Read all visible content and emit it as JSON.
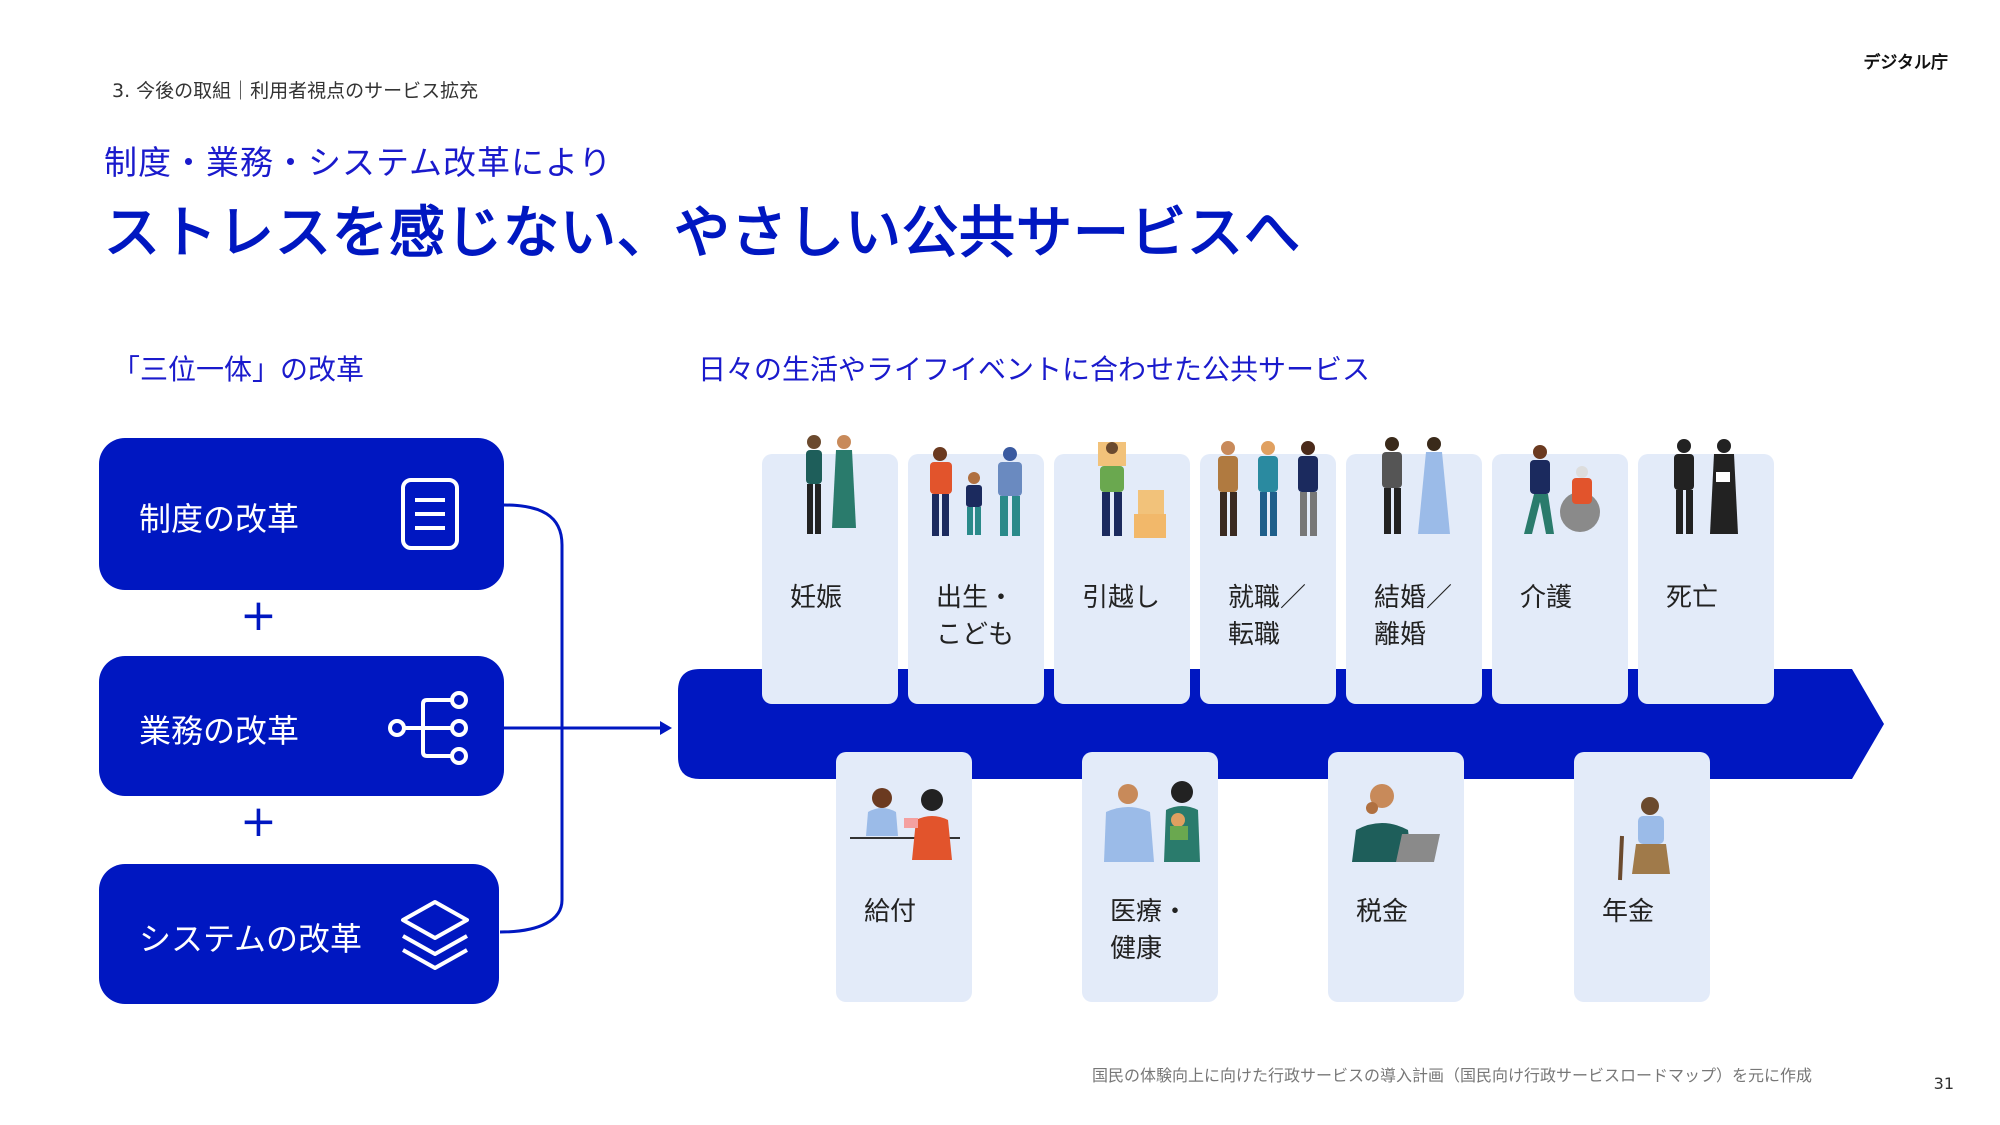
{
  "header": {
    "breadcrumb": "3. 今後の取組｜利用者視点のサービス拡充",
    "logo": "デジタル庁"
  },
  "headline": {
    "subtitle": "制度・業務・システム改革により",
    "title": "ストレスを感じない、やさしい公共サービスへ"
  },
  "left_section": {
    "heading": "「三位一体」の改革",
    "reforms": [
      {
        "label": "制度の改革",
        "icon": "document-icon"
      },
      {
        "label": "業務の改革",
        "icon": "branch-icon"
      },
      {
        "label": "システムの改革",
        "icon": "layers-icon"
      }
    ],
    "plus": "+"
  },
  "right_section": {
    "heading": "日々の生活やライフイベントに合わせた公共サービス",
    "top_cards": [
      {
        "label": "妊娠"
      },
      {
        "label": "出生・\nこども"
      },
      {
        "label": "引越し"
      },
      {
        "label": "就職／\n転職"
      },
      {
        "label": "結婚／\n離婚"
      },
      {
        "label": "介護"
      },
      {
        "label": "死亡"
      }
    ],
    "bottom_cards": [
      {
        "label": "給付"
      },
      {
        "label": "医療・\n健康"
      },
      {
        "label": "税金"
      },
      {
        "label": "年金"
      }
    ]
  },
  "colors": {
    "primary": "#0017c1",
    "card_bg": "#e3ebf9",
    "accent_text": "#1a1acc"
  },
  "footer": {
    "note": "国民の体験向上に向けた行政サービスの導入計画（国民向け行政サービスロードマップ）を元に作成",
    "page": "31"
  }
}
